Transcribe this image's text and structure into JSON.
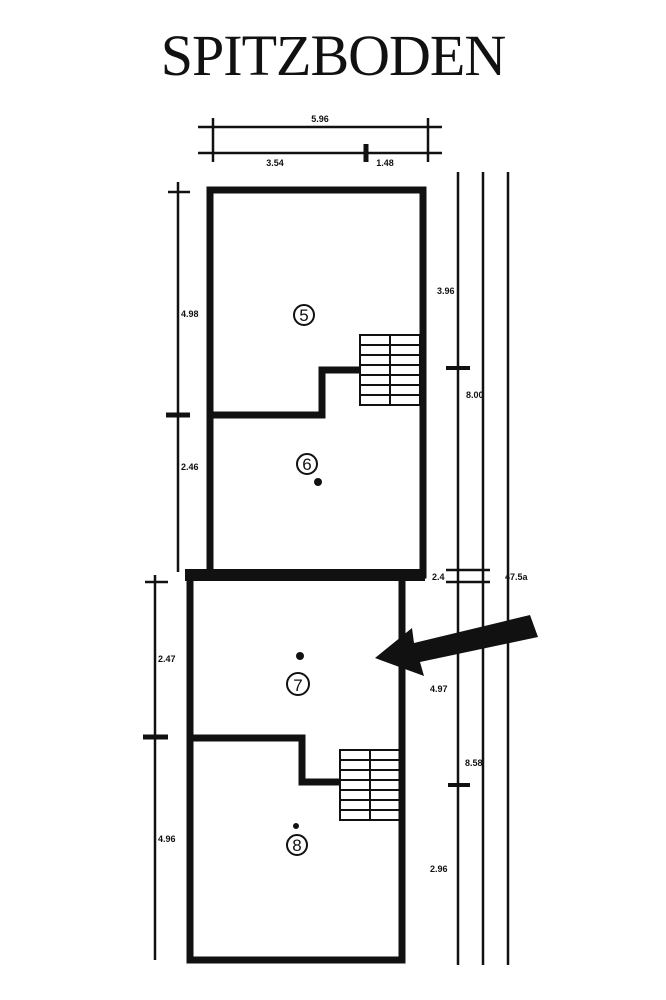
{
  "title": "SPITZBODEN",
  "rooms": [
    "5",
    "6",
    "7",
    "8"
  ],
  "dimensions": {
    "top_total": "5.96",
    "top_left": "3.54",
    "top_right": "1.48",
    "left_upper_1": "4.98",
    "left_upper_2": "2.46",
    "left_lower_1": "2.47",
    "left_lower_2": "4.96",
    "right_1": "3.96",
    "right_2": "8.00",
    "right_3": "4.97",
    "right_4": "8.58",
    "right_5": "2.96",
    "right_small": "2.4",
    "right_level": "47.5a"
  }
}
